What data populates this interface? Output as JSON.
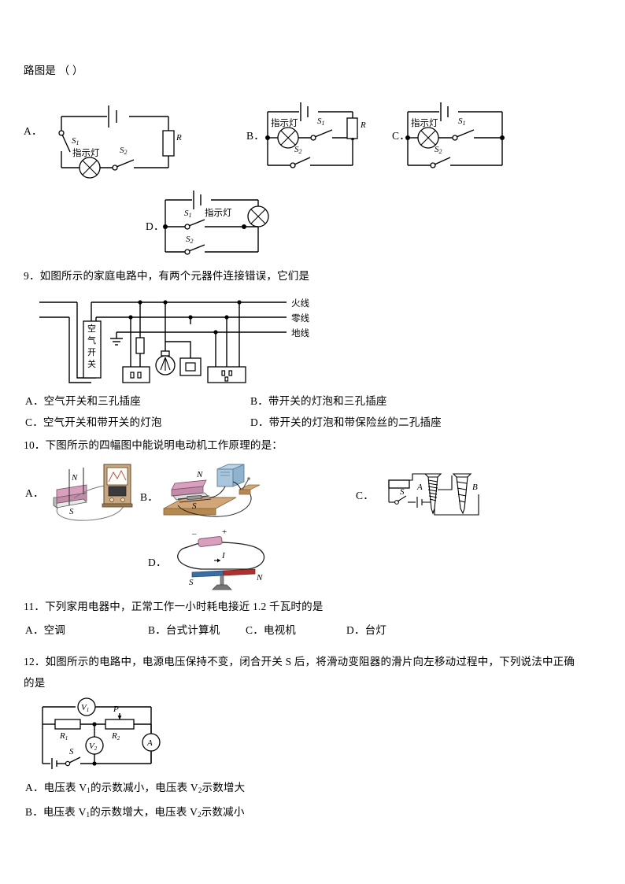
{
  "page": {
    "lead_text": "路图是 （ ）"
  },
  "q8_options": {
    "a": {
      "letter": "A．",
      "lamp_label": "指示灯",
      "s1": "S",
      "s1_sub": "1",
      "s2": "S",
      "s2_sub": "2",
      "resistor": "R"
    },
    "b": {
      "letter": "B．",
      "lamp_label": "指示灯",
      "s1": "S",
      "s1_sub": "1",
      "s2": "S",
      "s2_sub": "2",
      "resistor": "R"
    },
    "c": {
      "letter": "C．",
      "lamp_label": "指示灯",
      "s1": "S",
      "s1_sub": "1",
      "s2": "S",
      "s2_sub": "2"
    },
    "d": {
      "letter": "D．",
      "lamp_label": "指示灯",
      "s1": "S",
      "s1_sub": "1",
      "s2": "S",
      "s2_sub": "2"
    }
  },
  "q9": {
    "number": "9",
    "stem": "9．如图所示的家庭电路中，有两个元器件连接错误，它们是",
    "figure": {
      "live_wire": "火线",
      "neutral_wire": "零线",
      "ground_wire": "地线",
      "air_switch": "空气开关",
      "air_switch_chars": [
        "空",
        "气",
        "开",
        "关"
      ]
    },
    "options": [
      "A．空气开关和三孔插座",
      "B．带开关的灯泡和三孔插座",
      "C．空气开关和带开关的灯泡",
      "D．带开关的灯泡和带保险丝的二孔插座"
    ]
  },
  "q10": {
    "number": "10",
    "stem": "10．下图所示的四幅图中能说明电动机工作原理的是：",
    "options": {
      "a": {
        "letter": "A．",
        "pole_n": "N",
        "pole_s": "S"
      },
      "b": {
        "letter": "B．",
        "pole_n": "N",
        "pole_s": "S"
      },
      "c": {
        "letter": "C．",
        "switch": "S",
        "coil_a": "A",
        "coil_b": "B"
      },
      "d": {
        "letter": "D．",
        "current": "I",
        "pole_n": "N",
        "pole_s": "S",
        "plus": "+",
        "minus": "–"
      }
    }
  },
  "q11": {
    "number": "11",
    "stem": "11．下列家用电器中，正常工作一小时耗电接近 1.2 千瓦时的是",
    "options": [
      "A．空调",
      "B．台式计算机",
      "C．电视机",
      "D．台灯"
    ]
  },
  "q12": {
    "number": "12",
    "stem_line1": "12．如图所示的电路中，电源电压保持不变，闭合开关 S 后，将滑动变阻器的滑片向左移动过程中，下列说法中正确",
    "stem_line2": "的是",
    "figure": {
      "voltmeter1": "V",
      "voltmeter1_sub": "1",
      "voltmeter2": "V",
      "voltmeter2_sub": "2",
      "ammeter": "A",
      "resistor1": "R",
      "resistor1_sub": "1",
      "resistor2": "R",
      "resistor2_sub": "2",
      "slider": "P",
      "switch": "S"
    },
    "options": [
      "A．电压表 V₁的示数减小，电压表 V₂示数增大",
      "B．电压表 V₁的示数增大，电压表 V₂示数减小"
    ],
    "option_parts": {
      "a": {
        "letter": "A．",
        "t1": "电压表 V",
        "s1": "1",
        "t2": "的示数减小，电压表 V",
        "s2": "2",
        "t3": "示数增大"
      },
      "b": {
        "letter": "B．",
        "t1": "电压表 V",
        "s1": "1",
        "t2": "的示数增大，电压表 V",
        "s2": "2",
        "t3": "示数减小"
      }
    }
  },
  "colors": {
    "ink": "#000000",
    "paper": "#ffffff",
    "magnet_pink": "#d9a0bd",
    "magnet_red": "#b03030",
    "magnet_blue": "#3a6ea5",
    "wood_tan": "#d2a679",
    "device_blue": "#aac6dd",
    "brass": "#8b6b3e"
  }
}
